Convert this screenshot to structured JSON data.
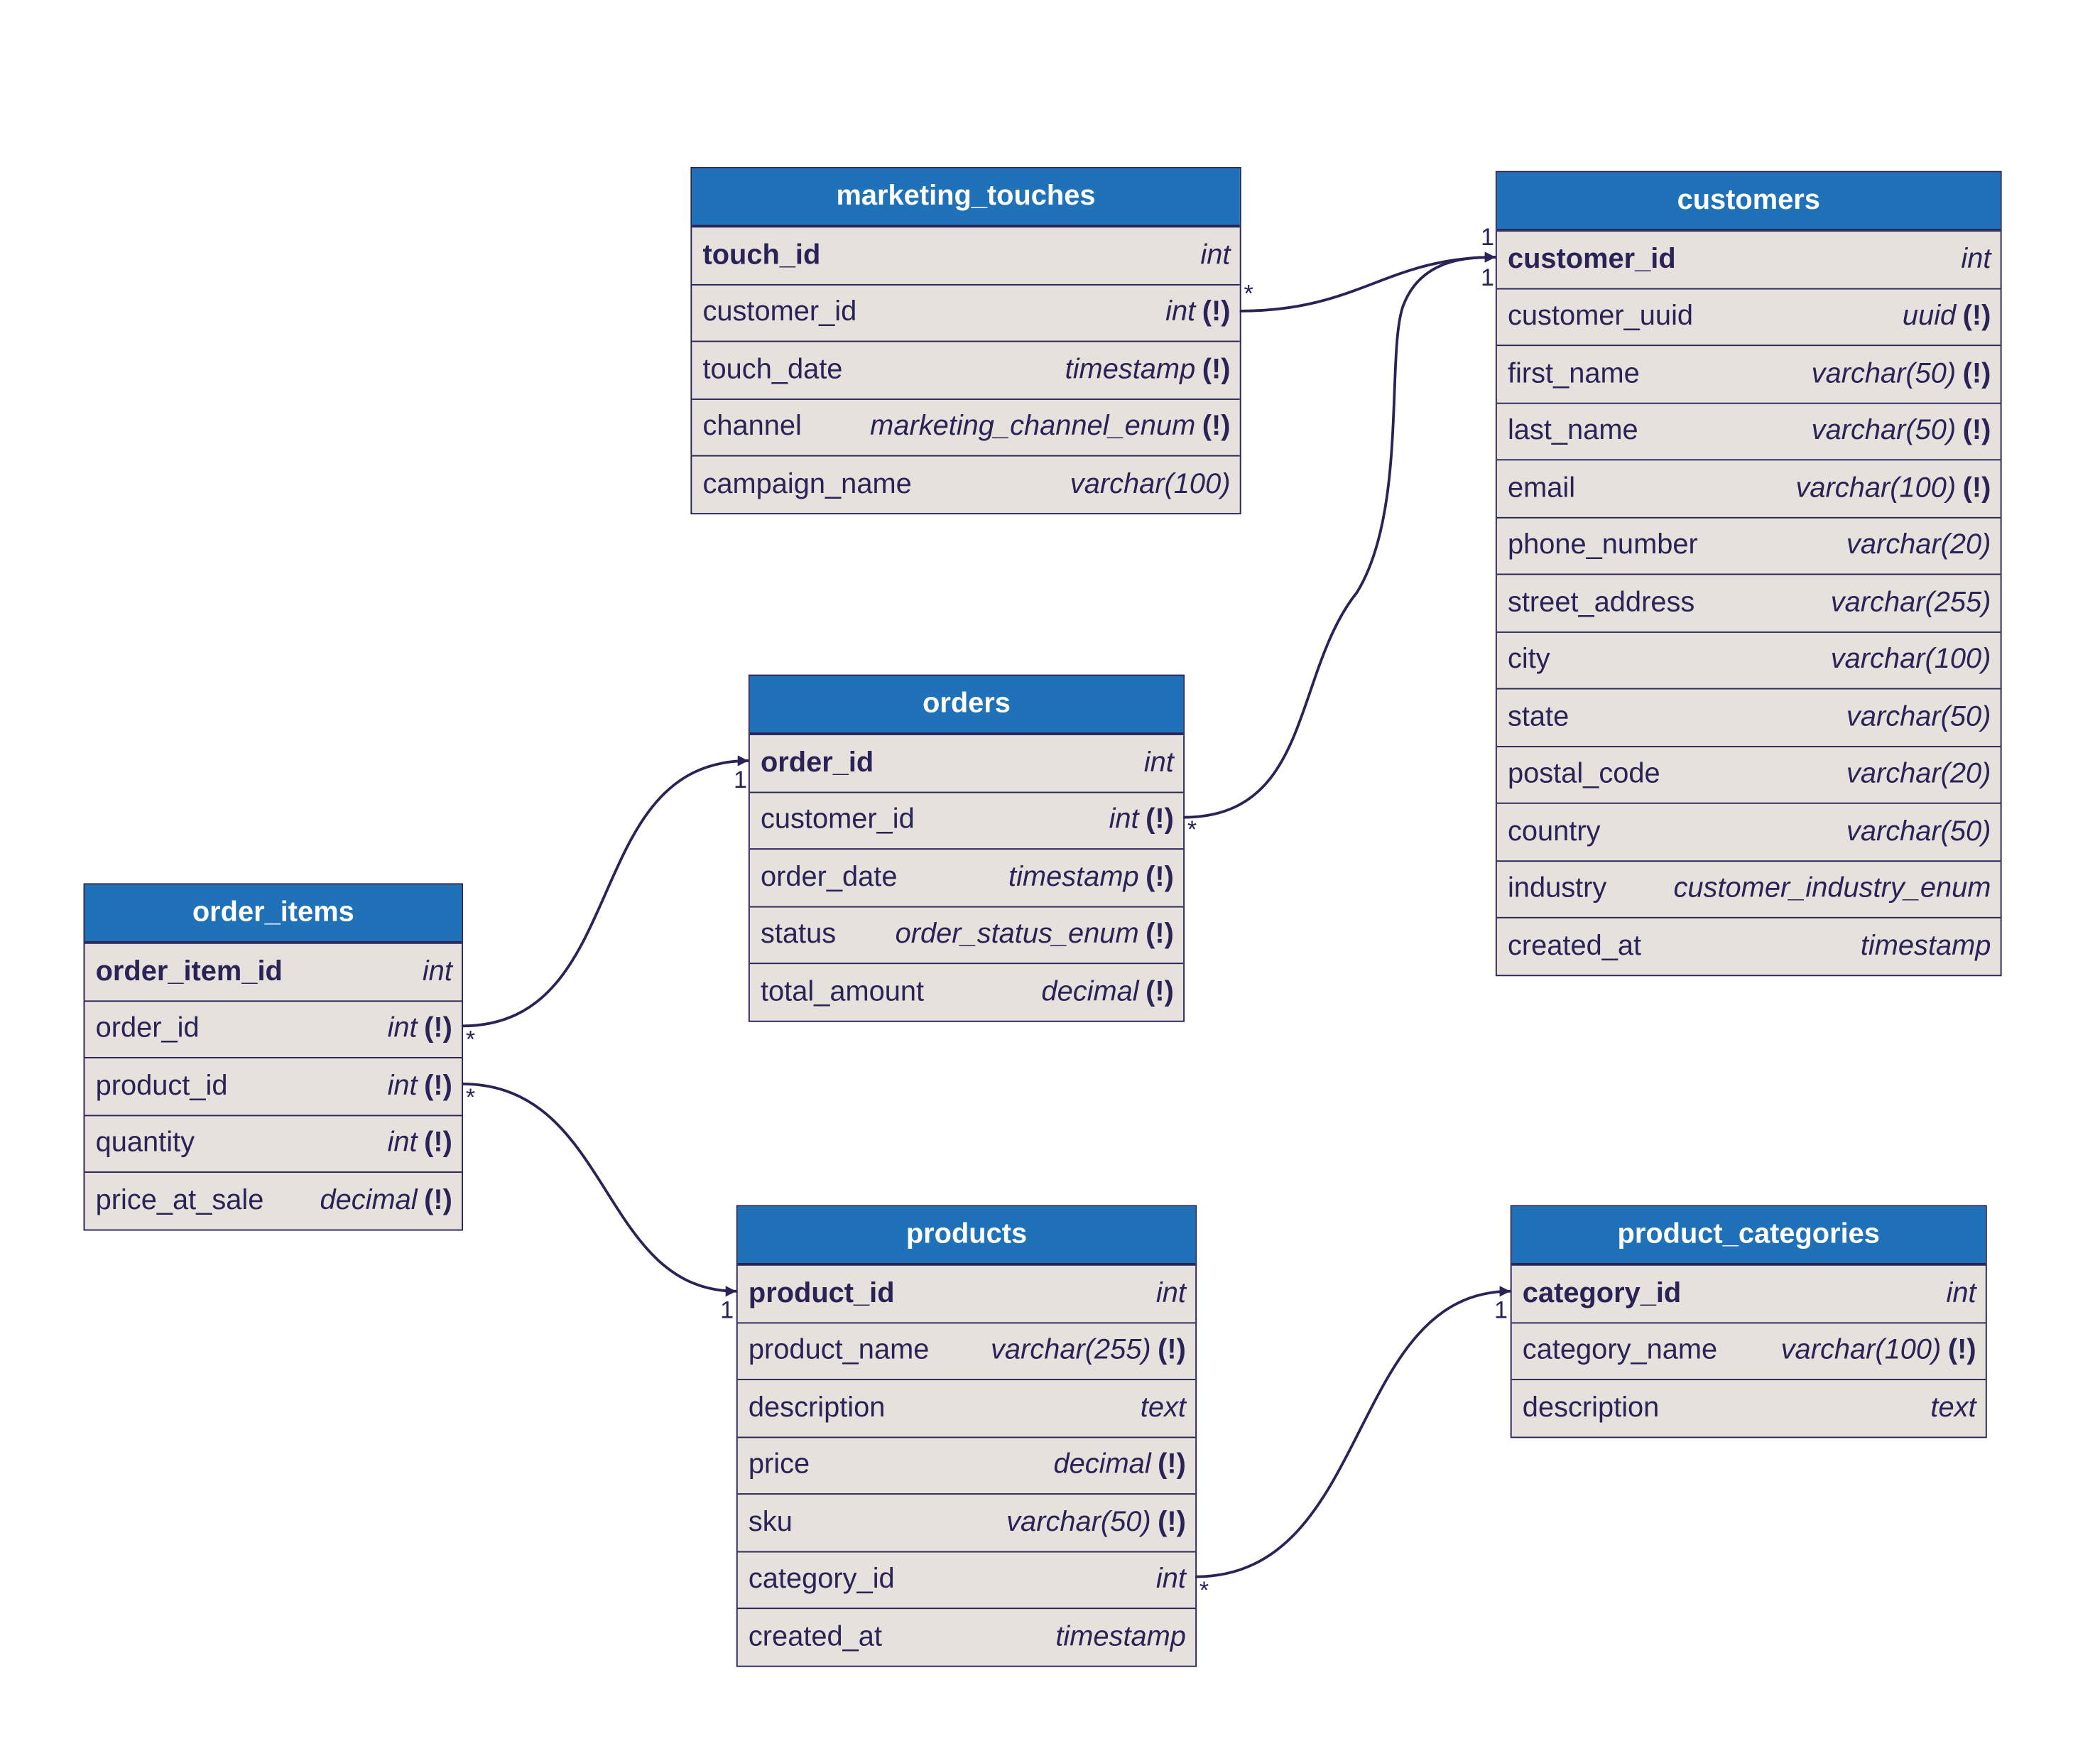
{
  "colors": {
    "header": "#1f71b8",
    "row": "#e6e1dd",
    "border": "#2a2356"
  },
  "tables": [
    {
      "id": "marketing_touches",
      "name": "marketing_touches",
      "columns": [
        {
          "name": "touch_id",
          "type": "int",
          "pk": true
        },
        {
          "name": "customer_id",
          "type": "int",
          "not_null": "(!)"
        },
        {
          "name": "touch_date",
          "type": "timestamp",
          "not_null": "(!)"
        },
        {
          "name": "channel",
          "type": "marketing_channel_enum",
          "not_null": "(!)"
        },
        {
          "name": "campaign_name",
          "type": "varchar(100)"
        }
      ]
    },
    {
      "id": "customers",
      "name": "customers",
      "columns": [
        {
          "name": "customer_id",
          "type": "int",
          "pk": true
        },
        {
          "name": "customer_uuid",
          "type": "uuid",
          "not_null": "(!)"
        },
        {
          "name": "first_name",
          "type": "varchar(50)",
          "not_null": "(!)"
        },
        {
          "name": "last_name",
          "type": "varchar(50)",
          "not_null": "(!)"
        },
        {
          "name": "email",
          "type": "varchar(100)",
          "not_null": "(!)"
        },
        {
          "name": "phone_number",
          "type": "varchar(20)"
        },
        {
          "name": "street_address",
          "type": "varchar(255)"
        },
        {
          "name": "city",
          "type": "varchar(100)"
        },
        {
          "name": "state",
          "type": "varchar(50)"
        },
        {
          "name": "postal_code",
          "type": "varchar(20)"
        },
        {
          "name": "country",
          "type": "varchar(50)"
        },
        {
          "name": "industry",
          "type": "customer_industry_enum"
        },
        {
          "name": "created_at",
          "type": "timestamp"
        }
      ]
    },
    {
      "id": "orders",
      "name": "orders",
      "columns": [
        {
          "name": "order_id",
          "type": "int",
          "pk": true
        },
        {
          "name": "customer_id",
          "type": "int",
          "not_null": "(!)"
        },
        {
          "name": "order_date",
          "type": "timestamp",
          "not_null": "(!)"
        },
        {
          "name": "status",
          "type": "order_status_enum",
          "not_null": "(!)"
        },
        {
          "name": "total_amount",
          "type": "decimal",
          "not_null": "(!)"
        }
      ]
    },
    {
      "id": "order_items",
      "name": "order_items",
      "columns": [
        {
          "name": "order_item_id",
          "type": "int",
          "pk": true
        },
        {
          "name": "order_id",
          "type": "int",
          "not_null": "(!)"
        },
        {
          "name": "product_id",
          "type": "int",
          "not_null": "(!)"
        },
        {
          "name": "quantity",
          "type": "int",
          "not_null": "(!)"
        },
        {
          "name": "price_at_sale",
          "type": "decimal",
          "not_null": "(!)"
        }
      ]
    },
    {
      "id": "products",
      "name": "products",
      "columns": [
        {
          "name": "product_id",
          "type": "int",
          "pk": true
        },
        {
          "name": "product_name",
          "type": "varchar(255)",
          "not_null": "(!)"
        },
        {
          "name": "description",
          "type": "text"
        },
        {
          "name": "price",
          "type": "decimal",
          "not_null": "(!)"
        },
        {
          "name": "sku",
          "type": "varchar(50)",
          "not_null": "(!)"
        },
        {
          "name": "category_id",
          "type": "int"
        },
        {
          "name": "created_at",
          "type": "timestamp"
        }
      ]
    },
    {
      "id": "product_categories",
      "name": "product_categories",
      "columns": [
        {
          "name": "category_id",
          "type": "int",
          "pk": true
        },
        {
          "name": "category_name",
          "type": "varchar(100)",
          "not_null": "(!)"
        },
        {
          "name": "description",
          "type": "text"
        }
      ]
    }
  ],
  "relations": [
    {
      "from": "marketing_touches.customer_id",
      "to": "customers.customer_id",
      "from_card": "*",
      "to_card": "1"
    },
    {
      "from": "orders.customer_id",
      "to": "customers.customer_id",
      "from_card": "*",
      "to_card": "1"
    },
    {
      "from": "order_items.order_id",
      "to": "orders.order_id",
      "from_card": "*",
      "to_card": "1"
    },
    {
      "from": "order_items.product_id",
      "to": "products.product_id",
      "from_card": "*",
      "to_card": "1"
    },
    {
      "from": "products.category_id",
      "to": "product_categories.category_id",
      "from_card": "*",
      "to_card": "1"
    }
  ]
}
